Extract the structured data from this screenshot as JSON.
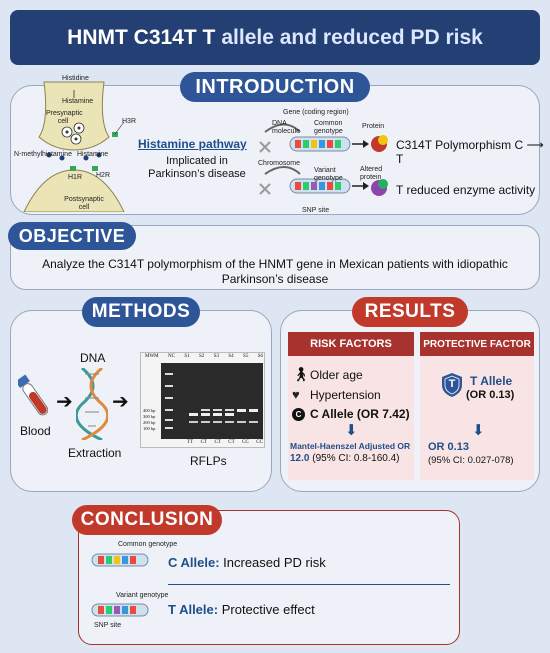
{
  "title": {
    "part1": "HNMT C314T T",
    "part2": "allele and reduced PD risk"
  },
  "introduction": {
    "heading": "INTRODUCTION",
    "synapse": {
      "histidine": "Histidine",
      "histamine_top": "Histamine",
      "presynaptic": "Presynaptic cell",
      "h3r": "H3R",
      "n_methyl": "N-methylhistamine",
      "histamine_mid": "Histamine",
      "h1r": "H1R",
      "h2r": "H2R",
      "postsynaptic": "Postsynaptic cell"
    },
    "pathway_title": "Histamine pathway",
    "pathway_text": "Implicated in Parkinson’s disease",
    "gene_labels": {
      "gene_coding": "Gene (coding region)",
      "dna_molecule": "DNA molecule",
      "common_genotype": "Common genotype",
      "protein": "Protein",
      "chromosome": "Chromosome",
      "variant_genotype": "Variant genotype",
      "altered_protein": "Altered protein",
      "snp_site": "SNP site"
    },
    "polymorphism": "C314T Polymorphism C",
    "polymorphism_to": "T",
    "reduced": "T reduced enzyme activity"
  },
  "objective": {
    "heading": "OBJECTIVE",
    "text": "Analyze the C314T polymorphism of the HNMT gene in Mexican patients with idiopathic Parkinson’s disease"
  },
  "methods": {
    "heading": "METHODS",
    "blood": "Blood",
    "dna": "DNA",
    "extraction": "Extraction",
    "rflps": "RFLPs",
    "gel": {
      "lanes": [
        "MWM",
        "NC",
        "S1",
        "S2",
        "S3",
        "S4",
        "S5",
        "S6"
      ],
      "bands": [
        "400 bp",
        "300 bp",
        "200 bp",
        "100 bp"
      ],
      "genotypes": [
        "TT",
        "CT",
        "CT",
        "CT",
        "CC",
        "CC"
      ]
    }
  },
  "results": {
    "heading": "RESULTS",
    "risk": {
      "heading": "RISK FACTORS",
      "items": [
        "Older age",
        "Hypertension"
      ],
      "c_allele": "C Allele (OR 7.42)",
      "c_letter": "C",
      "adjusted_label": "Mantel-Haenszel Adjusted OR",
      "adjusted_value": "12.0",
      "adjusted_ci": "(95% CI: 0.8-160.4)"
    },
    "protective": {
      "heading": "PROTECTIVE FACTOR",
      "shield_letter": "T",
      "t_allele": "T Allele",
      "or": "(OR 0.13)",
      "or_bottom": "OR 0.13",
      "ci": "(95% CI: 0.027-078)"
    }
  },
  "conclusion": {
    "heading": "CONCLUSION",
    "common_genotype": "Common genotype",
    "c_allele": "C Allele:",
    "c_effect": "Increased PD risk",
    "variant_genotype": "Variant genotype",
    "snp_site": "SNP site",
    "t_allele": "T Allele:",
    "t_effect": "Protective effect"
  },
  "colors": {
    "navy": "#233f73",
    "blue": "#2d5597",
    "red": "#c0392b",
    "dark_red": "#a8332e",
    "bg": "#dde6f2"
  }
}
